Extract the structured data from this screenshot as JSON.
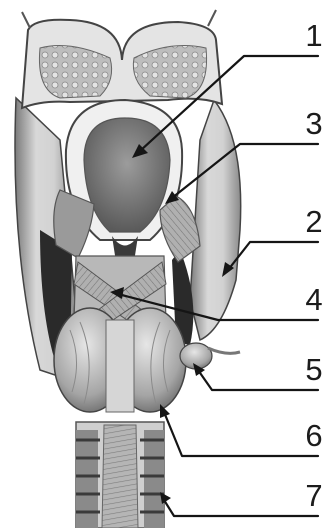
{
  "callouts": [
    {
      "id": 1,
      "label": "1"
    },
    {
      "id": 2,
      "label": "2"
    },
    {
      "id": 3,
      "label": "3"
    },
    {
      "id": 4,
      "label": "4"
    },
    {
      "id": 5,
      "label": "5"
    },
    {
      "id": 6,
      "label": "6"
    },
    {
      "id": 7,
      "label": "7"
    }
  ],
  "colors": {
    "ink": "#151515",
    "tissue": "#c9c9c9",
    "muscle": "#a9a9a9",
    "shadow": "#2a2a2a"
  }
}
